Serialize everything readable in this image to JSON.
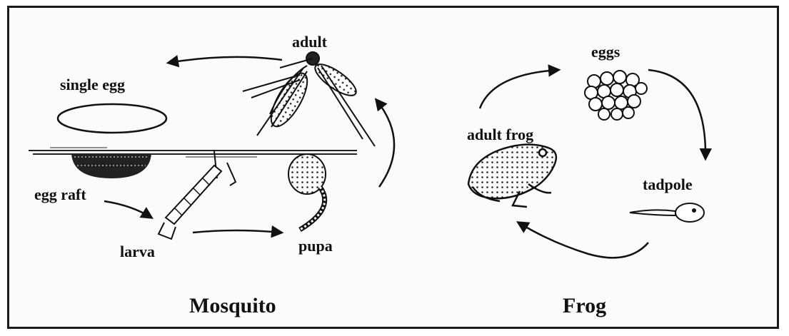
{
  "mosquito": {
    "title": "Mosquito",
    "stages": {
      "adult": "adult",
      "single_egg": "single egg",
      "egg_raft": "egg raft",
      "larva": "larva",
      "pupa": "pupa"
    }
  },
  "frog": {
    "title": "Frog",
    "stages": {
      "eggs": "eggs",
      "adult_frog": "adult frog",
      "tadpole": "tadpole"
    }
  },
  "colors": {
    "ink": "#111111",
    "frame": "#1a1a1a",
    "background": "#fbfbfb"
  }
}
